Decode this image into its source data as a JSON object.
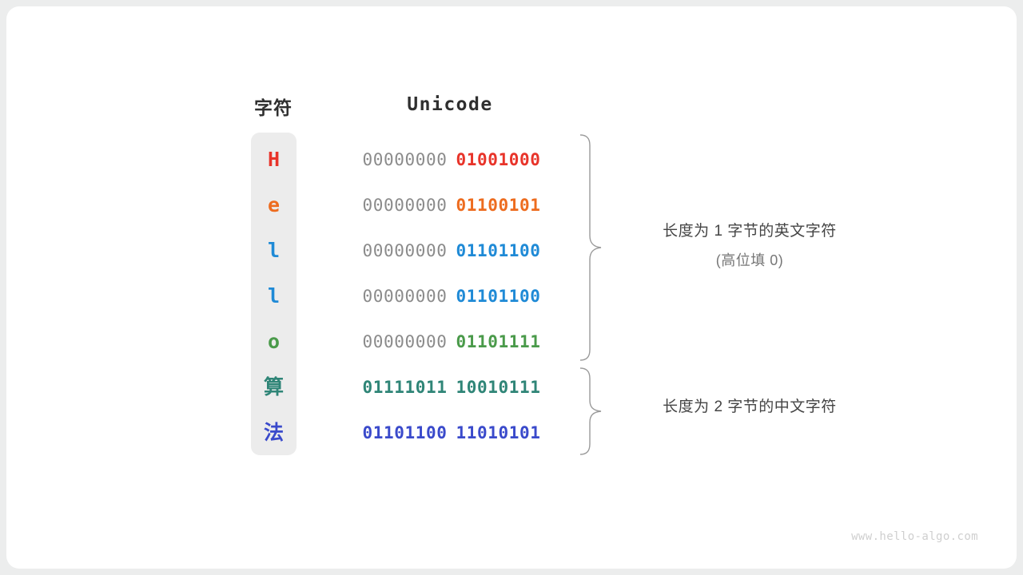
{
  "watermark": "www.hello-algo.com",
  "headers": {
    "character": "字符",
    "unicode": "Unicode"
  },
  "colors": {
    "red": "#e8342a",
    "orange": "#ed6c1f",
    "blue": "#1f8ad6",
    "green": "#4a9a4a",
    "teal": "#2f8577",
    "indigo": "#3a4acb",
    "high_bits_gray": "#8b8b8b",
    "column_background": "#ececec",
    "card_background": "#ffffff",
    "page_background": "#eceded",
    "brace": "#9a9a9a",
    "annotation_text": "#444444",
    "annotation_sub_text": "#777777",
    "header_text": "#2f2f2f",
    "watermark_text": "#cfcfcf"
  },
  "rows": [
    {
      "char": "H",
      "high": "00000000",
      "low": "01001000",
      "color": "#e8342a",
      "high_filled": false,
      "cjk": false
    },
    {
      "char": "e",
      "high": "00000000",
      "low": "01100101",
      "color": "#ed6c1f",
      "high_filled": false,
      "cjk": false
    },
    {
      "char": "l",
      "high": "00000000",
      "low": "01101100",
      "color": "#1f8ad6",
      "high_filled": false,
      "cjk": false
    },
    {
      "char": "l",
      "high": "00000000",
      "low": "01101100",
      "color": "#1f8ad6",
      "high_filled": false,
      "cjk": false
    },
    {
      "char": "o",
      "high": "00000000",
      "low": "01101111",
      "color": "#4a9a4a",
      "high_filled": false,
      "cjk": false
    },
    {
      "char": "算",
      "high": "01111011",
      "low": "10010111",
      "color": "#2f8577",
      "high_filled": true,
      "cjk": true
    },
    {
      "char": "法",
      "high": "01101100",
      "low": "11010101",
      "color": "#3a4acb",
      "high_filled": true,
      "cjk": true
    }
  ],
  "annotations": [
    {
      "main": "长度为 1 字节的英文字符",
      "sub": "(高位填 0)"
    },
    {
      "main": "长度为 2 字节的中文字符",
      "sub": ""
    }
  ]
}
